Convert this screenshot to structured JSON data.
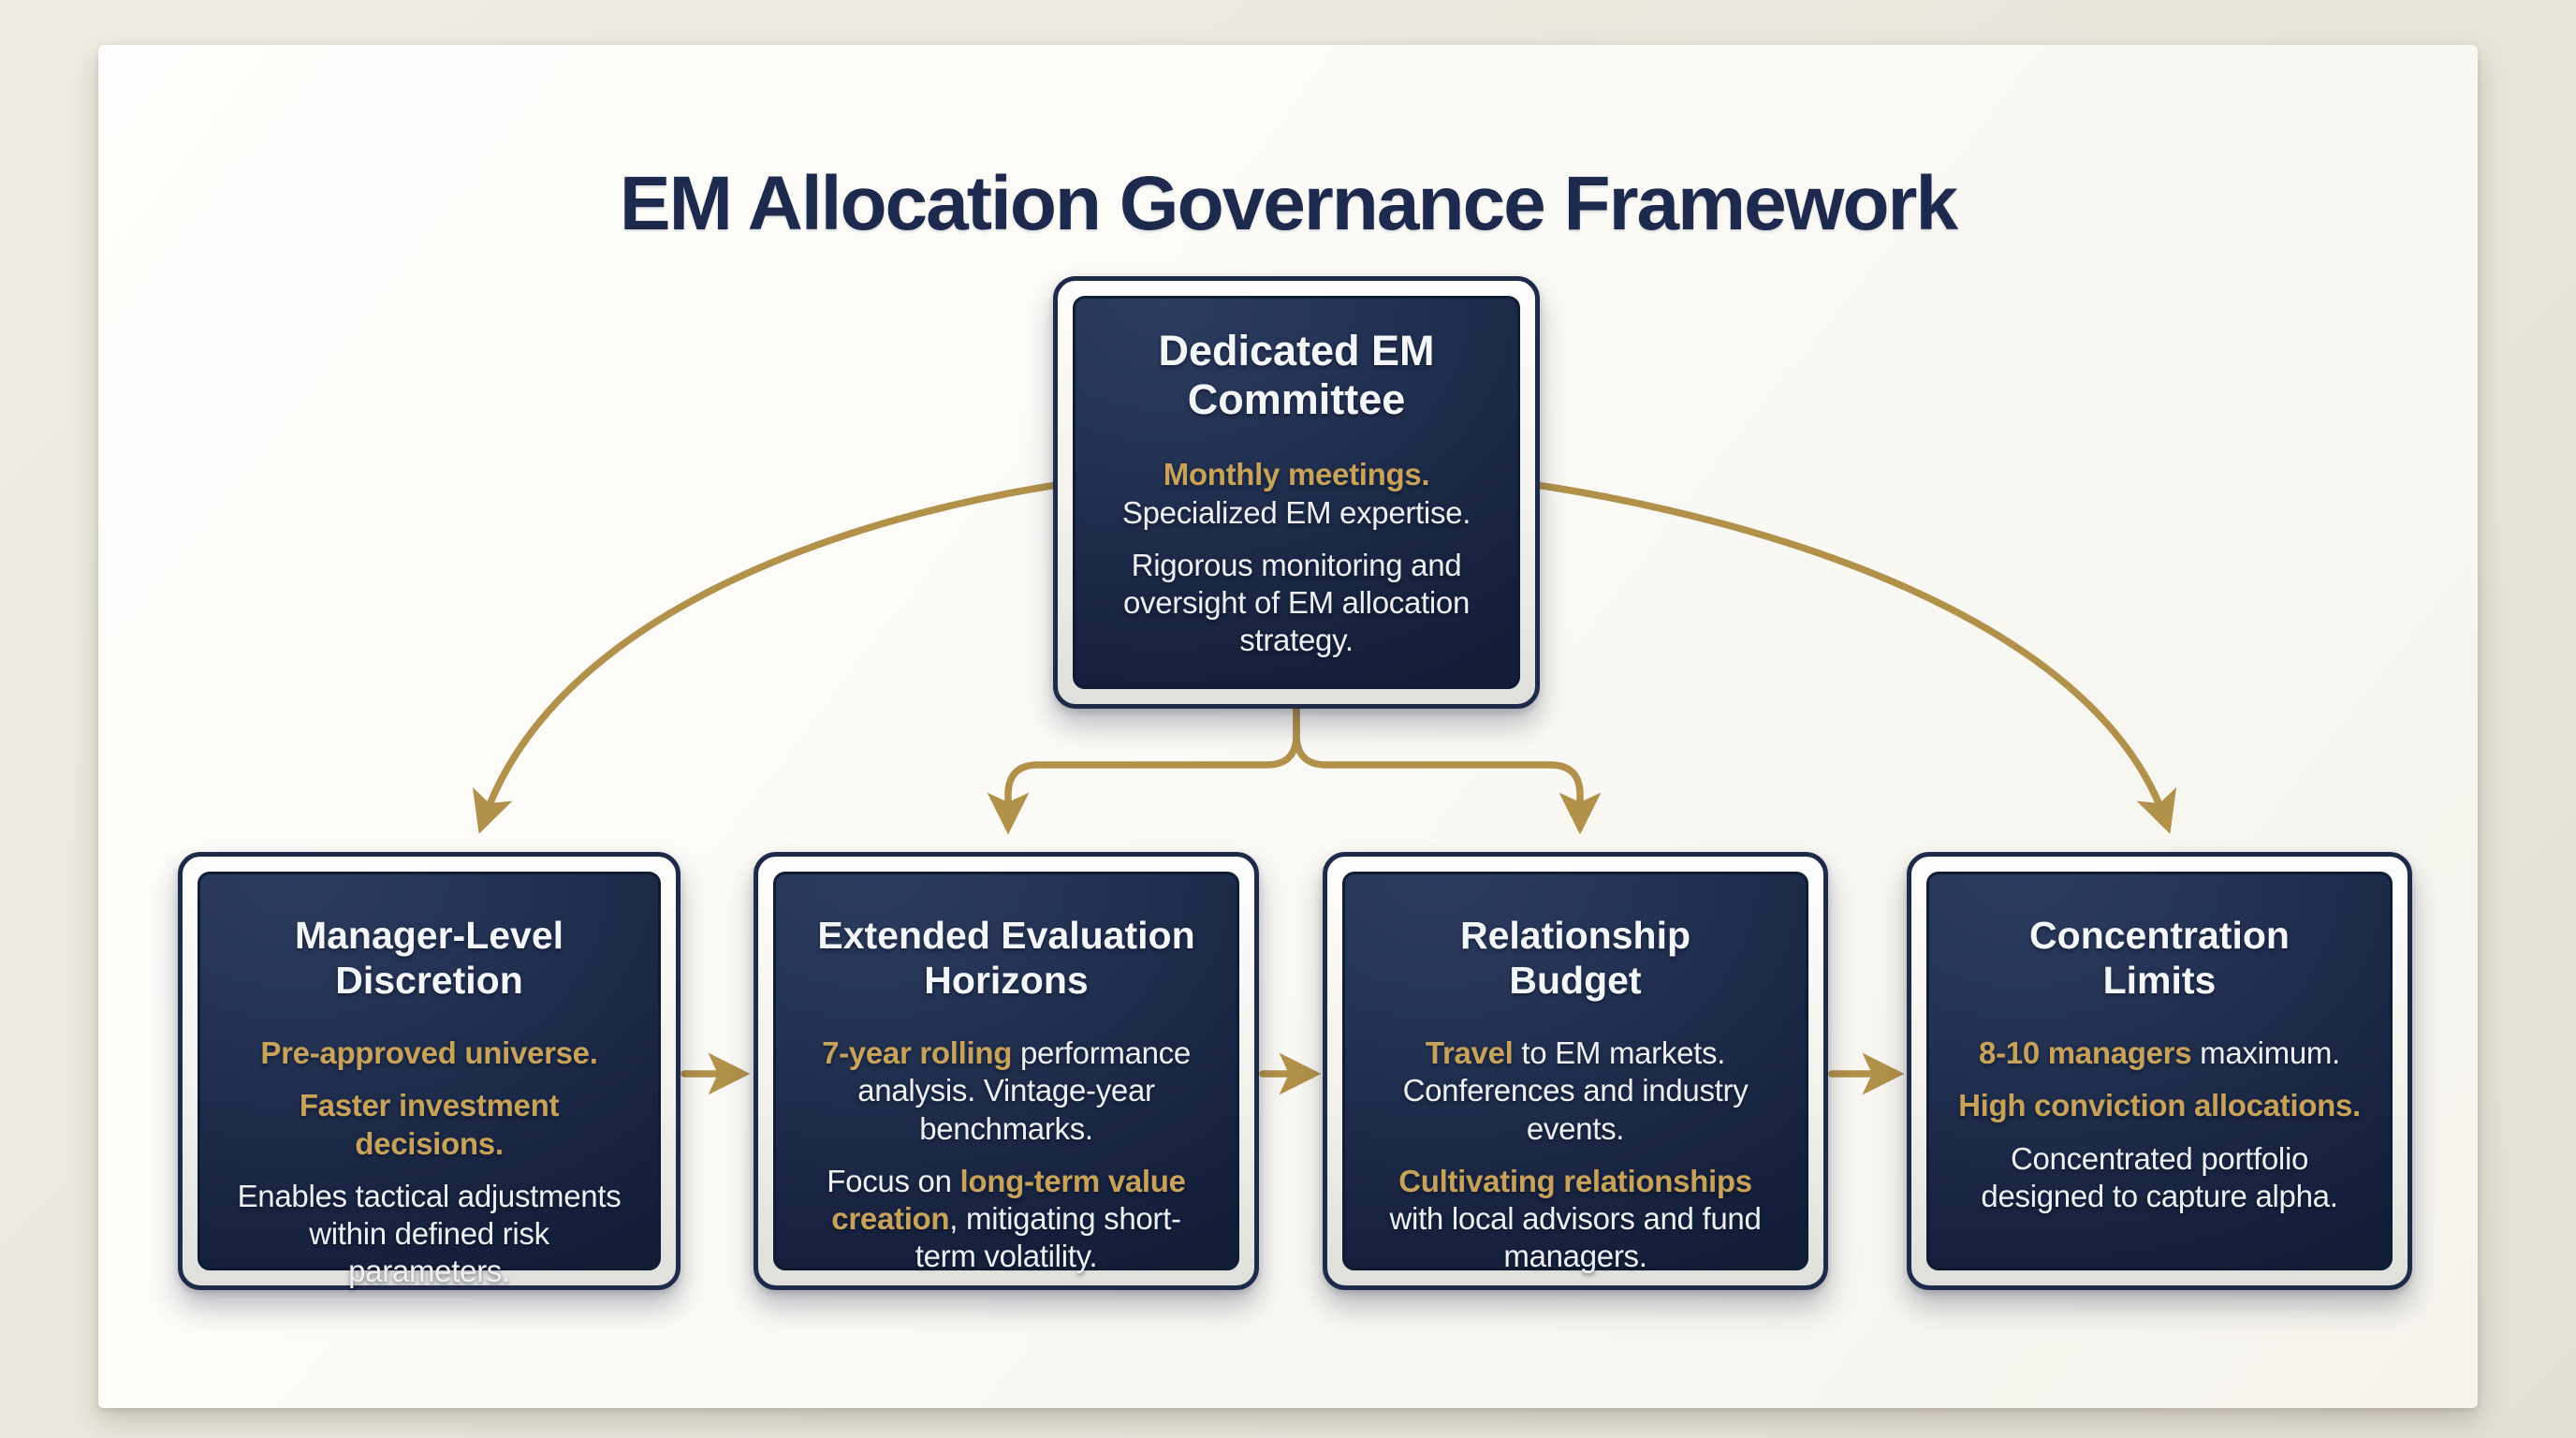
{
  "title": "EM Allocation Governance Framework",
  "colors": {
    "accent_gold_text": "#c7a258",
    "connector_gold": "#b2914a",
    "navy_dark": "#1d2a4e",
    "box_fill_top": "#2d3d60",
    "box_fill_bottom": "#121d38",
    "card_background": "#fbfaf6",
    "page_background": "#eae6dc",
    "body_text_white": "#eef0f4"
  },
  "root": {
    "title": "Dedicated EM Committee",
    "paragraphs": [
      {
        "segments": [
          {
            "text": "Monthly meetings.",
            "style": "gold"
          },
          {
            "text": " Specialized EM expertise.",
            "style": "white"
          }
        ]
      },
      {
        "segments": [
          {
            "text": "Rigorous monitoring and oversight of EM allocation strategy.",
            "style": "white"
          }
        ]
      }
    ]
  },
  "children": [
    {
      "title": "Manager-Level Discretion",
      "paragraphs": [
        {
          "segments": [
            {
              "text": "Pre-approved universe.",
              "style": "gold"
            }
          ]
        },
        {
          "segments": [
            {
              "text": "Faster investment decisions.",
              "style": "gold"
            }
          ]
        },
        {
          "segments": [
            {
              "text": "Enables tactical adjustments within defined risk parameters.",
              "style": "white"
            }
          ]
        }
      ]
    },
    {
      "title": "Extended Evaluation Horizons",
      "paragraphs": [
        {
          "segments": [
            {
              "text": "7-year rolling",
              "style": "gold"
            },
            {
              "text": " performance analysis. Vintage-year benchmarks.",
              "style": "white"
            }
          ]
        },
        {
          "segments": [
            {
              "text": "Focus on ",
              "style": "white"
            },
            {
              "text": "long-term value creation",
              "style": "gold"
            },
            {
              "text": ", mitigating short-term volatility.",
              "style": "white"
            }
          ]
        }
      ]
    },
    {
      "title": "Relationship Budget",
      "paragraphs": [
        {
          "segments": [
            {
              "text": "Travel",
              "style": "gold"
            },
            {
              "text": " to EM markets. Conferences and industry events.",
              "style": "white"
            }
          ]
        },
        {
          "segments": [
            {
              "text": "Cultivating relationships",
              "style": "gold"
            },
            {
              "text": " with local advisors and fund managers.",
              "style": "white"
            }
          ]
        }
      ]
    },
    {
      "title": "Concentration Limits",
      "paragraphs": [
        {
          "segments": [
            {
              "text": "8-10 managers",
              "style": "gold"
            },
            {
              "text": " maximum.",
              "style": "white"
            }
          ]
        },
        {
          "segments": [
            {
              "text": "High conviction allocations.",
              "style": "gold"
            }
          ]
        },
        {
          "segments": [
            {
              "text": "Concentrated portfolio designed to capture alpha.",
              "style": "white"
            }
          ]
        }
      ]
    }
  ]
}
